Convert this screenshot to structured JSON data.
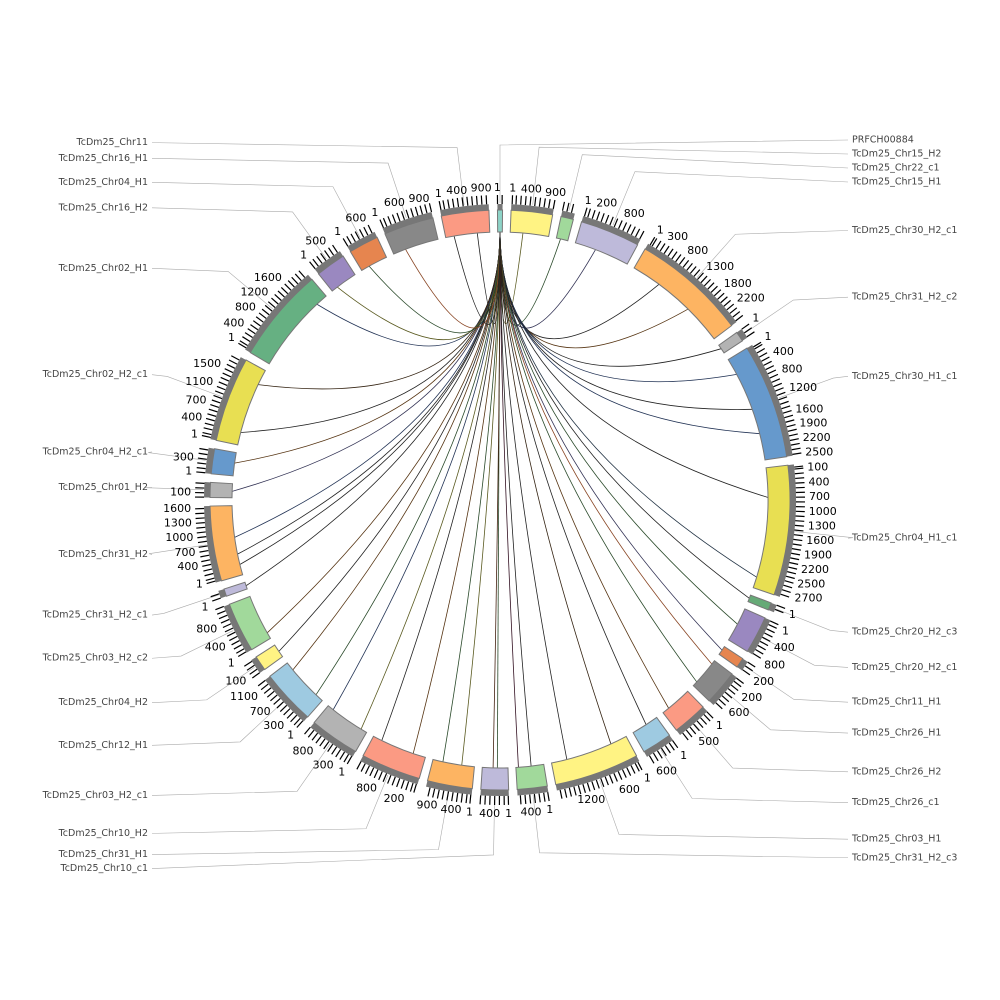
{
  "chart_data": {
    "type": "circos",
    "tick_step": 100,
    "segments": [
      {
        "name": "PRFCH00884",
        "length": 110,
        "color": "#8dd3c7"
      },
      {
        "name": "TcDm25_Chr15_H2",
        "length": 910,
        "color": "#fff383"
      },
      {
        "name": "TcDm25_Chr22_c1",
        "length": 275,
        "color": "#a1d99b"
      },
      {
        "name": "TcDm25_Chr15_H1",
        "length": 1320,
        "color": "#bebada"
      },
      {
        "name": "TcDm25_Chr30_H2_c1",
        "length": 2530,
        "color": "#fdb462"
      },
      {
        "name": "TcDm25_Chr31_H2_c2",
        "length": 220,
        "color": "#b3b3b3"
      },
      {
        "name": "TcDm25_Chr30_H1_c1",
        "length": 2530,
        "color": "#6699cc"
      },
      {
        "name": "TcDm25_Chr04_H1_c1",
        "length": 2860,
        "color": "#e8df52"
      },
      {
        "name": "TcDm25_Chr20_H2_c3",
        "length": 165,
        "color": "#66aa77"
      },
      {
        "name": "TcDm25_Chr20_H2_c1",
        "length": 825,
        "color": "#9a88c0"
      },
      {
        "name": "TcDm25_Chr11_H1",
        "length": 220,
        "color": "#e6854f"
      },
      {
        "name": "TcDm25_Chr26_H1",
        "length": 770,
        "color": "#888888"
      },
      {
        "name": "TcDm25_Chr26_H2",
        "length": 770,
        "color": "#fb9a83"
      },
      {
        "name": "TcDm25_Chr26_c1",
        "length": 660,
        "color": "#9ecae1"
      },
      {
        "name": "TcDm25_Chr03_H1",
        "length": 1870,
        "color": "#fff383"
      },
      {
        "name": "TcDm25_Chr31_H2_c3",
        "length": 660,
        "color": "#a1d99b"
      },
      {
        "name": "TcDm25_Chr10_c1",
        "length": 605,
        "color": "#bebada"
      },
      {
        "name": "TcDm25_Chr31_H1",
        "length": 990,
        "color": "#fdb462"
      },
      {
        "name": "TcDm25_Chr10_H2",
        "length": 1320,
        "color": "#fb9a83"
      },
      {
        "name": "TcDm25_Chr03_H2_c1",
        "length": 1100,
        "color": "#b3b3b3"
      },
      {
        "name": "TcDm25_Chr12_H1",
        "length": 1210,
        "color": "#9ecae1"
      },
      {
        "name": "TcDm25_Chr04_H2",
        "length": 330,
        "color": "#fff383"
      },
      {
        "name": "TcDm25_Chr03_H2_c2",
        "length": 1100,
        "color": "#a1d99b"
      },
      {
        "name": "TcDm25_Chr31_H2_c1",
        "length": 165,
        "color": "#bebada"
      },
      {
        "name": "TcDm25_Chr31_H2",
        "length": 1650,
        "color": "#fdb462"
      },
      {
        "name": "TcDm25_Chr01_H2",
        "length": 330,
        "color": "#b3b3b3"
      },
      {
        "name": "TcDm25_Chr04_H2_c1",
        "length": 550,
        "color": "#6699cc"
      },
      {
        "name": "TcDm25_Chr02_H2_c1",
        "length": 1870,
        "color": "#e8df52"
      },
      {
        "name": "TcDm25_Chr02_H1",
        "length": 2090,
        "color": "#66b082"
      },
      {
        "name": "TcDm25_Chr16_H2",
        "length": 660,
        "color": "#9a88c0"
      },
      {
        "name": "TcDm25_Chr04_H1",
        "length": 660,
        "color": "#e6854f"
      },
      {
        "name": "TcDm25_Chr16_H1",
        "length": 1100,
        "color": "#888888"
      },
      {
        "name": "TcDm25_Chr11",
        "length": 1045,
        "color": "#fb9a83"
      }
    ],
    "links": [
      {
        "source": 1,
        "pos": 300,
        "target": 0,
        "tpos": 55,
        "color": "#5a5a20"
      },
      {
        "source": 2,
        "pos": 100,
        "target": 0,
        "tpos": 55,
        "color": "#2a4a2a"
      },
      {
        "source": 3,
        "pos": 500,
        "target": 0,
        "tpos": 55,
        "color": "#333355"
      },
      {
        "source": 4,
        "pos": 700,
        "target": 0,
        "tpos": 55,
        "color": "#222222"
      },
      {
        "source": 4,
        "pos": 1600,
        "target": 0,
        "tpos": 55,
        "color": "#553311"
      },
      {
        "source": 5,
        "pos": 100,
        "target": 0,
        "tpos": 55,
        "color": "#222222"
      },
      {
        "source": 6,
        "pos": 400,
        "target": 0,
        "tpos": 55,
        "color": "#223355"
      },
      {
        "source": 6,
        "pos": 1300,
        "target": 0,
        "tpos": 55,
        "color": "#222222"
      },
      {
        "source": 6,
        "pos": 1900,
        "target": 0,
        "tpos": 55,
        "color": "#223355"
      },
      {
        "source": 7,
        "pos": 700,
        "target": 0,
        "tpos": 55,
        "color": "#222222"
      },
      {
        "source": 7,
        "pos": 2600,
        "target": 0,
        "tpos": 55,
        "color": "#223344"
      },
      {
        "source": 8,
        "pos": 80,
        "target": 0,
        "tpos": 55,
        "color": "#222222"
      },
      {
        "source": 9,
        "pos": 400,
        "target": 0,
        "tpos": 55,
        "color": "#2a4a2a"
      },
      {
        "source": 10,
        "pos": 100,
        "target": 0,
        "tpos": 55,
        "color": "#333355"
      },
      {
        "source": 11,
        "pos": 100,
        "target": 0,
        "tpos": 55,
        "color": "#884422"
      },
      {
        "source": 11,
        "pos": 650,
        "target": 0,
        "tpos": 55,
        "color": "#2a4a2a"
      },
      {
        "source": 12,
        "pos": 600,
        "target": 0,
        "tpos": 55,
        "color": "#553311"
      },
      {
        "source": 13,
        "pos": 300,
        "target": 0,
        "tpos": 55,
        "color": "#222222"
      },
      {
        "source": 14,
        "pos": 400,
        "target": 0,
        "tpos": 55,
        "color": "#332211"
      },
      {
        "source": 14,
        "pos": 1500,
        "target": 0,
        "tpos": 55,
        "color": "#222222"
      },
      {
        "source": 15,
        "pos": 300,
        "target": 0,
        "tpos": 55,
        "color": "#222222"
      },
      {
        "source": 15,
        "pos": 600,
        "target": 0,
        "tpos": 55,
        "color": "#331122"
      },
      {
        "source": 16,
        "pos": 250,
        "target": 0,
        "tpos": 55,
        "color": "#2a4a2a"
      },
      {
        "source": 16,
        "pos": 350,
        "target": 0,
        "tpos": 55,
        "color": "#442211"
      },
      {
        "source": 17,
        "pos": 300,
        "target": 0,
        "tpos": 55,
        "color": "#5a5a20"
      },
      {
        "source": 17,
        "pos": 750,
        "target": 0,
        "tpos": 55,
        "color": "#2a4a2a"
      },
      {
        "source": 18,
        "pos": 300,
        "target": 0,
        "tpos": 55,
        "color": "#553311"
      },
      {
        "source": 18,
        "pos": 1100,
        "target": 0,
        "tpos": 55,
        "color": "#222222"
      },
      {
        "source": 19,
        "pos": 150,
        "target": 0,
        "tpos": 55,
        "color": "#5a5a20"
      },
      {
        "source": 19,
        "pos": 950,
        "target": 0,
        "tpos": 55,
        "color": "#223355"
      },
      {
        "source": 20,
        "pos": 200,
        "target": 0,
        "tpos": 55,
        "color": "#2a4a2a"
      },
      {
        "source": 20,
        "pos": 1000,
        "target": 0,
        "tpos": 55,
        "color": "#553311"
      },
      {
        "source": 21,
        "pos": 150,
        "target": 0,
        "tpos": 55,
        "color": "#222222"
      },
      {
        "source": 22,
        "pos": 150,
        "target": 0,
        "tpos": 55,
        "color": "#553311"
      },
      {
        "source": 23,
        "pos": 80,
        "target": 0,
        "tpos": 55,
        "color": "#222222"
      },
      {
        "source": 24,
        "pos": 250,
        "target": 0,
        "tpos": 55,
        "color": "#222222"
      },
      {
        "source": 24,
        "pos": 500,
        "target": 0,
        "tpos": 55,
        "color": "#222222"
      },
      {
        "source": 24,
        "pos": 900,
        "target": 0,
        "tpos": 55,
        "color": "#223355"
      },
      {
        "source": 25,
        "pos": 150,
        "target": 0,
        "tpos": 55,
        "color": "#333355"
      },
      {
        "source": 26,
        "pos": 300,
        "target": 0,
        "tpos": 55,
        "color": "#553311"
      },
      {
        "source": 27,
        "pos": 300,
        "target": 0,
        "tpos": 55,
        "color": "#222222"
      },
      {
        "source": 27,
        "pos": 1500,
        "target": 0,
        "tpos": 55,
        "color": "#332211"
      },
      {
        "source": 28,
        "pos": 1800,
        "target": 0,
        "tpos": 55,
        "color": "#223355"
      },
      {
        "source": 29,
        "pos": 150,
        "target": 0,
        "tpos": 55,
        "color": "#5a5a20"
      },
      {
        "source": 30,
        "pos": 200,
        "target": 0,
        "tpos": 55,
        "color": "#2a4a2a"
      },
      {
        "source": 31,
        "pos": 300,
        "target": 0,
        "tpos": 55,
        "color": "#884422"
      },
      {
        "source": 32,
        "pos": 200,
        "target": 0,
        "tpos": 55,
        "color": "#222222"
      },
      {
        "source": 32,
        "pos": 750,
        "target": 0,
        "tpos": 55,
        "color": "#222222"
      }
    ]
  }
}
